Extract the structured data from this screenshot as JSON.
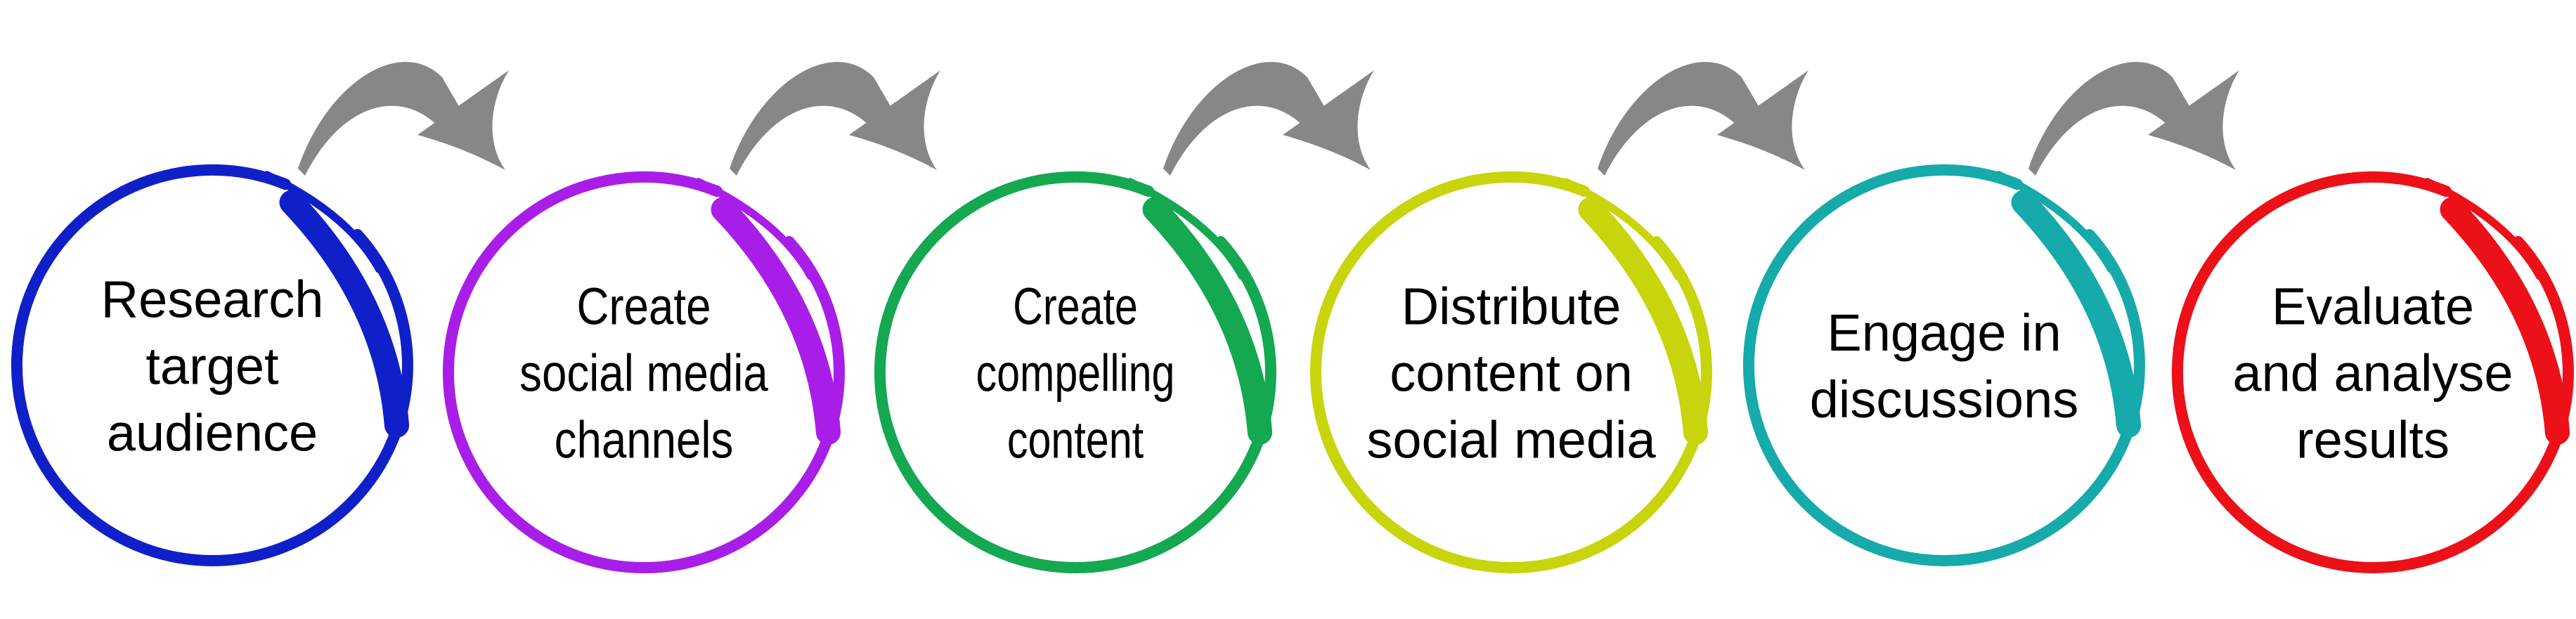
{
  "colors": {
    "arrow": "#878787",
    "text": "#000000",
    "background": "#ffffff"
  },
  "steps": [
    {
      "lines": [
        "Research",
        "target",
        "audience"
      ],
      "color": "#1020c8"
    },
    {
      "lines": [
        "Create",
        "social media",
        "channels"
      ],
      "color": "#a81ee8"
    },
    {
      "lines": [
        "Create",
        "compelling",
        "content"
      ],
      "color": "#14a850"
    },
    {
      "lines": [
        "Distribute",
        "content on",
        "social media"
      ],
      "color": "#c8d40c"
    },
    {
      "lines": [
        "Engage in",
        "discussions"
      ],
      "color": "#16aaaa"
    },
    {
      "lines": [
        "Evaluate",
        "and analyse",
        "results"
      ],
      "color": "#ec1018"
    }
  ],
  "connectors": [
    {
      "from": 0,
      "to": 1,
      "icon": "curved-arrow-icon"
    },
    {
      "from": 1,
      "to": 2,
      "icon": "curved-arrow-icon"
    },
    {
      "from": 2,
      "to": 3,
      "icon": "curved-arrow-icon"
    },
    {
      "from": 3,
      "to": 4,
      "icon": "curved-arrow-icon"
    },
    {
      "from": 4,
      "to": 5,
      "icon": "curved-arrow-icon"
    }
  ]
}
